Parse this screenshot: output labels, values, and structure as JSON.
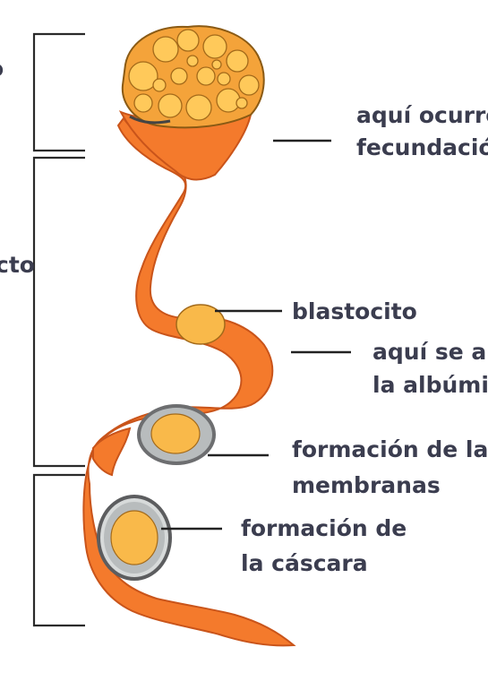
{
  "labels": {
    "fertilization_line1": "aquí ocurre",
    "fertilization_line2": "fecundación",
    "blastocito": "blastocito",
    "albumen_line1": "aquí se añade",
    "albumen_line2": "la albúmina",
    "membranes_line1": "formación de las",
    "membranes_line2": "membranas",
    "shell_line1": "formación de",
    "shell_line2": "la cáscara",
    "section_top_partial": "o",
    "section_middle_partial": "cto"
  },
  "colors": {
    "duct": "#f47a2c",
    "duct_dark": "#c9541a",
    "yolk": "#f9b94a",
    "yolk_light": "#ffd36a",
    "text": "#3b3d4f",
    "bracket": "#2a2a2a",
    "membrane": "#b8bcbd",
    "shell": "#6d6e70"
  }
}
